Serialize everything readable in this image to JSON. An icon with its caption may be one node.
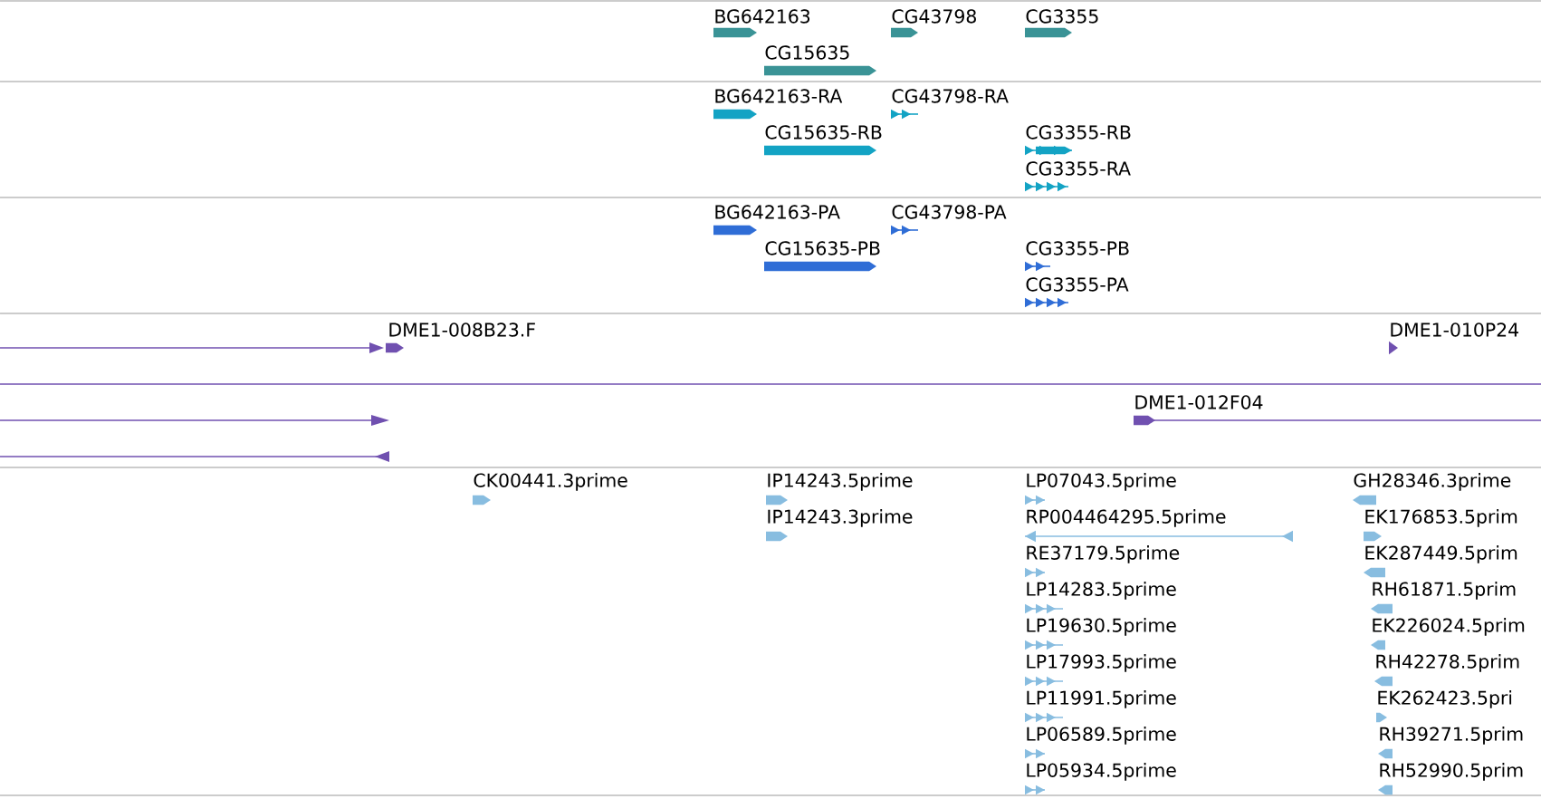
{
  "diagram": {
    "labels": [
      "BG642163",
      "CG43798",
      "CG3355",
      "CG15635",
      "BG642163-RA",
      "CG43798-RA",
      "CG15635-RB",
      "CG3355-RB",
      "CG3355-RA",
      "BG642163-PA",
      "CG43798-PA",
      "CG15635-PB",
      "CG3355-PB",
      "CG3355-PA",
      "DME1-008B23.F",
      "DME1-010P24",
      "DME1-012F04",
      "CK00441.3prime",
      "IP14243.5prime",
      "LP07043.5prime",
      "GH28346.3prime",
      "IP14243.3prime",
      "RP004464295.5prime",
      "EK176853.5prim",
      "RE37179.5prime",
      "EK287449.5prim",
      "LP14283.5prime",
      "RH61871.5prim",
      "LP19630.5prime",
      "EK226024.5prim",
      "LP17993.5prime",
      "RH42278.5prim",
      "LP11991.5prime",
      "EK262423.5pri",
      "LP06589.5prime",
      "RH39271.5prim",
      "LP05934.5prime",
      "RH52990.5prim"
    ]
  }
}
